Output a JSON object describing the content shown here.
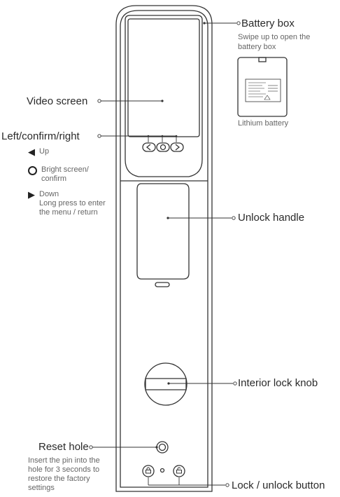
{
  "labels": {
    "battery_box": "Battery box",
    "battery_box_note": [
      "Swipe up to open the",
      "battery box"
    ],
    "lithium_battery": "Lithium battery",
    "video_screen": "Video screen",
    "left_confirm_right": "Left/confirm/right",
    "unlock_handle": "Unlock handle",
    "interior_lock_knob": "Interior lock knob",
    "reset_hole": "Reset hole",
    "reset_hole_note": [
      "Insert the pin into the",
      "hole for 3 seconds to",
      "restore the factory",
      "settings"
    ],
    "lock_unlock_button": "Lock / unlock button"
  },
  "keys": [
    {
      "icon": "left-triangle-icon",
      "lines": [
        "Up"
      ]
    },
    {
      "icon": "circle-icon",
      "lines": [
        "Bright screen/",
        "confirm"
      ]
    },
    {
      "icon": "right-triangle-icon",
      "lines": [
        "Down",
        "Long press to enter",
        "the menu / return"
      ]
    }
  ],
  "colors": {
    "line": "#333333",
    "text": "#2a2a2a",
    "note": "#666666"
  }
}
